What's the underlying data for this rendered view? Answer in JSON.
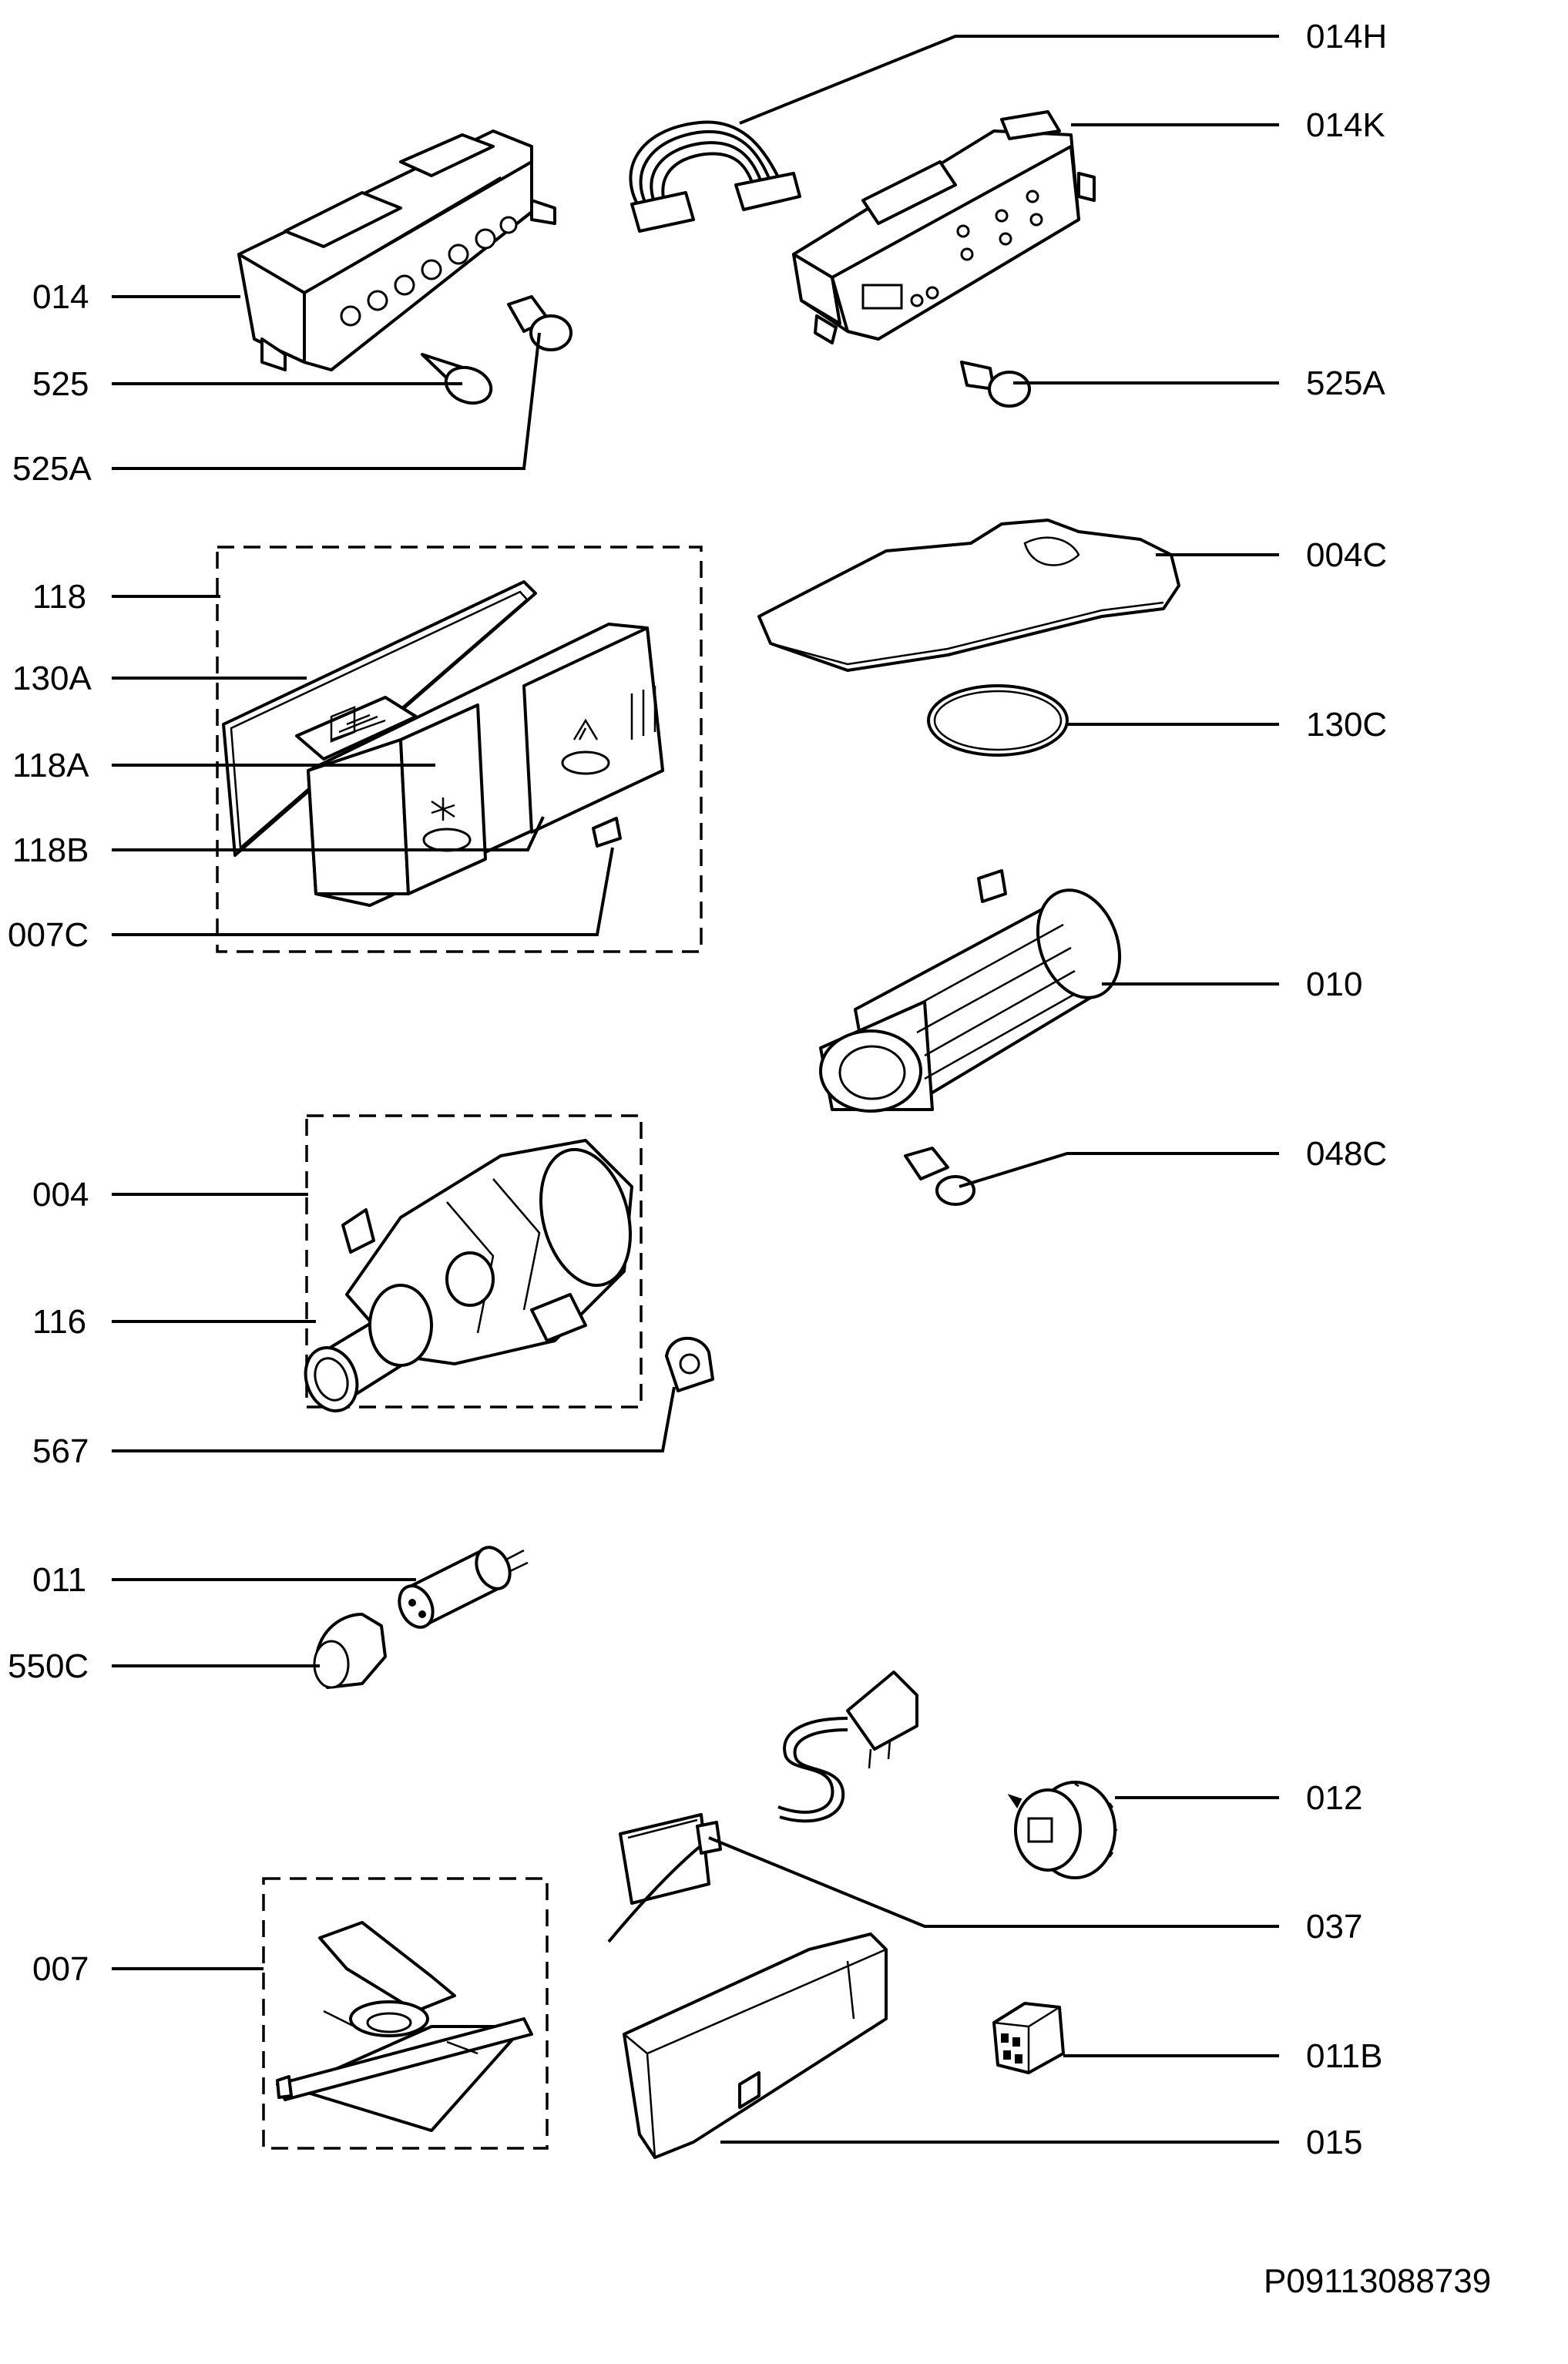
{
  "labels": {
    "p014": "014",
    "p525": "525",
    "p525A": "525A",
    "p118": "118",
    "p130A": "130A",
    "p118A": "118A",
    "p118B": "118B",
    "p007C": "007C",
    "p004": "004",
    "p116": "116",
    "p567": "567",
    "p011": "011",
    "p550C": "550C",
    "p007": "007",
    "p014H": "014H",
    "p014K": "014K",
    "p004C": "004C",
    "p130C": "130C",
    "p010": "010",
    "p048C": "048C",
    "p012": "012",
    "p037": "037",
    "p011B": "011B",
    "p015": "015"
  },
  "reference": "P09113088739"
}
